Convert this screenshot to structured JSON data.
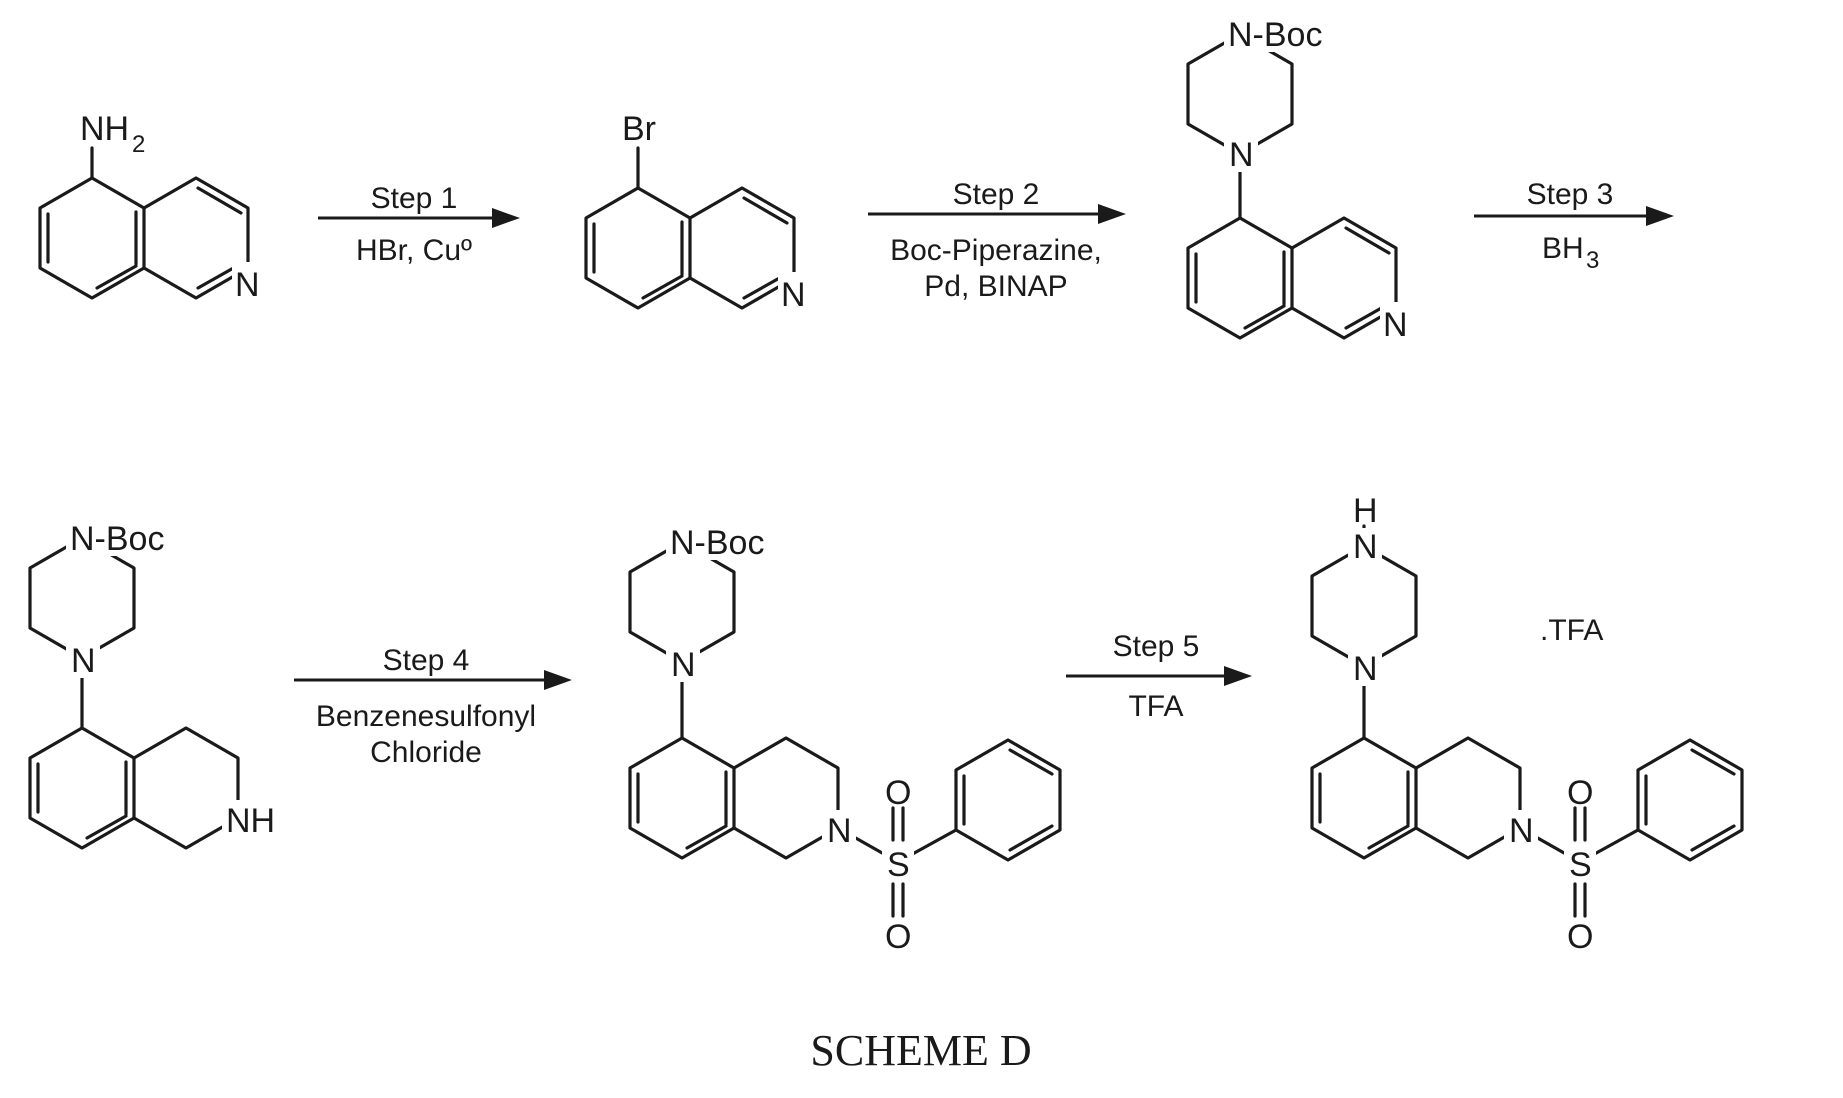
{
  "scheme_title": "SCHEME D",
  "atoms": {
    "nh2": "NH",
    "nh2_sub": "2",
    "n": "N",
    "br": "Br",
    "nboc": "N-Boc",
    "nh": "NH",
    "h": "H",
    "o": "O",
    "s": "S"
  },
  "salt": ".TFA",
  "steps": [
    {
      "label": "Step 1",
      "line1": "HBr, Cuº",
      "line2": ""
    },
    {
      "label": "Step 2",
      "line1": "Boc-Piperazine,",
      "line2": "Pd, BINAP"
    },
    {
      "label": "Step 3",
      "line1": "BH",
      "line1_sub": "3",
      "line2": ""
    },
    {
      "label": "Step 4",
      "line1": "Benzenesulfonyl",
      "line2": "Chloride"
    },
    {
      "label": "Step 5",
      "line1": "TFA",
      "line2": ""
    }
  ]
}
